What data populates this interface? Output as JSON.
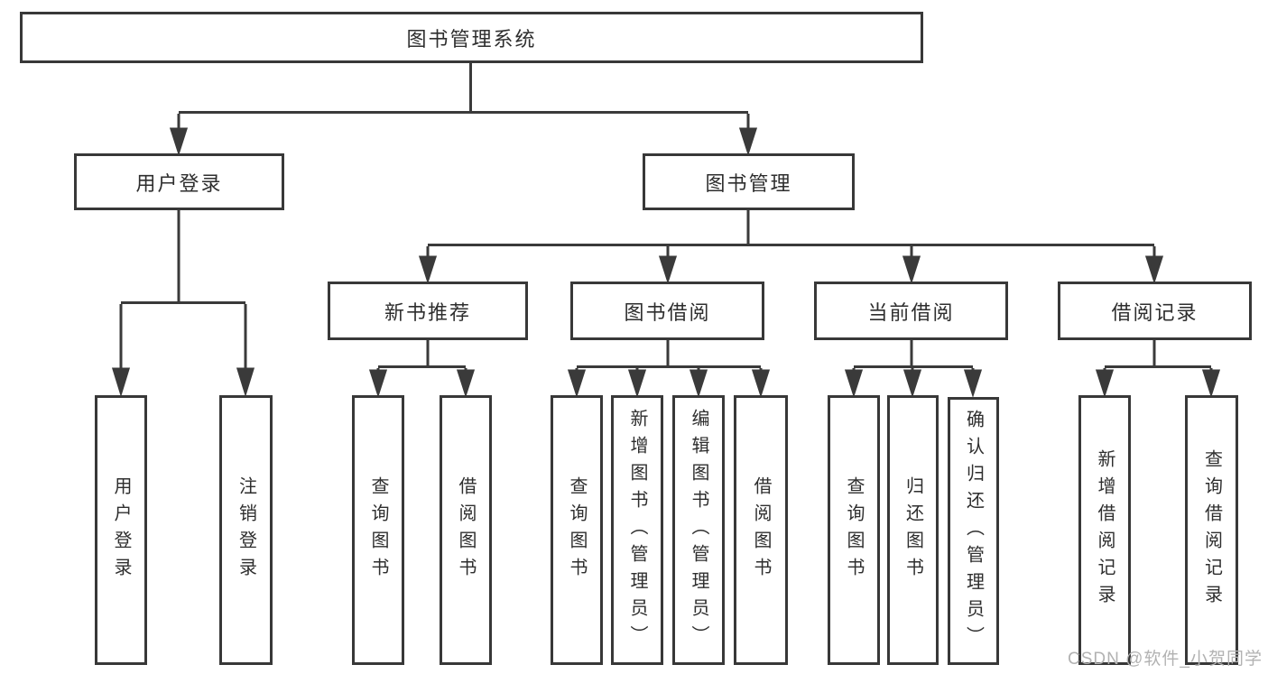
{
  "tree": {
    "root": "图书管理系统",
    "user": {
      "label": "用户登录",
      "children": [
        "用户登录",
        "注销登录"
      ]
    },
    "mgmt": {
      "label": "图书管理",
      "groups": [
        {
          "label": "新书推荐",
          "children": [
            "查询图书",
            "借阅图书"
          ]
        },
        {
          "label": "图书借阅",
          "children": [
            "查询图书",
            "新增图书（管理员）",
            "编辑图书（管理员）",
            "借阅图书"
          ]
        },
        {
          "label": "当前借阅",
          "children": [
            "查询图书",
            "归还图书",
            "确认归还（管理员）"
          ]
        },
        {
          "label": "借阅记录",
          "children": [
            "新增借阅记录",
            "查询借阅记录"
          ]
        }
      ]
    }
  },
  "colors": {
    "line": "#3a3a3a",
    "border": "#383838",
    "text": "#2e2e2e",
    "watermark": "#b2b2b2",
    "background": "#ffffff"
  },
  "watermark": "CSDN @软件_小贺同学"
}
